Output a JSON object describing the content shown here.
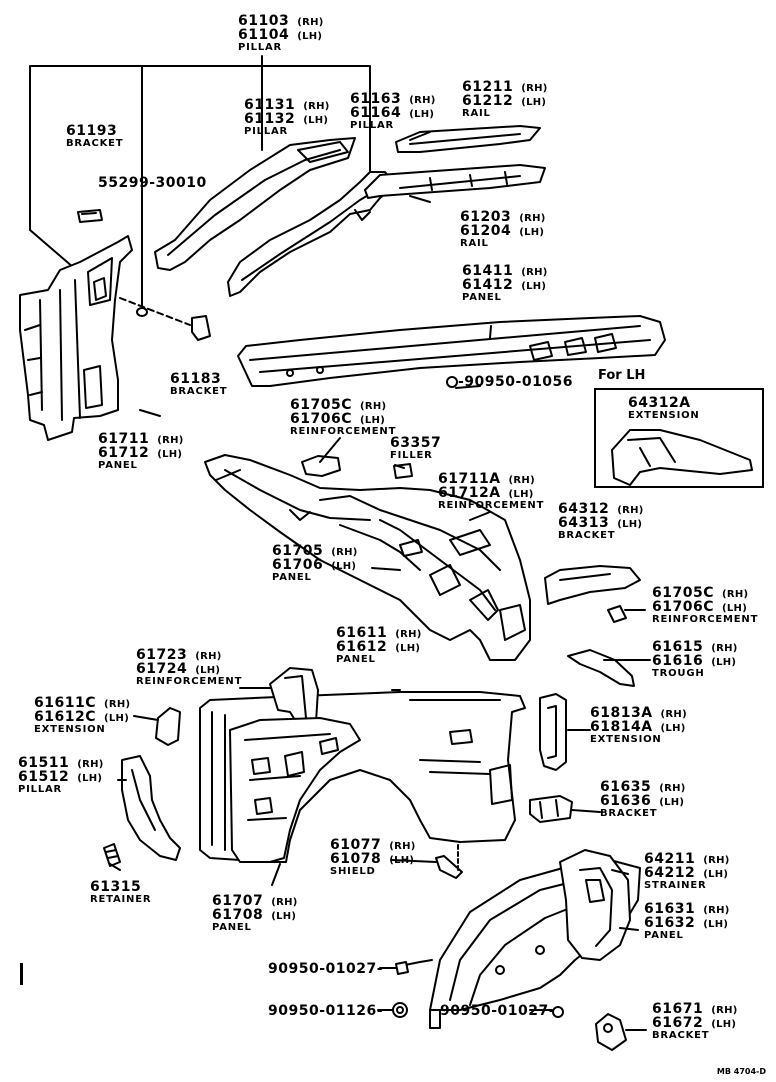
{
  "labels": {
    "l_61103": {
      "lines": [
        {
          "num": "61103",
          "side": "(RH)"
        },
        {
          "num": "61104",
          "side": "(LH)"
        }
      ],
      "name": "PILLAR"
    },
    "l_61131": {
      "lines": [
        {
          "num": "61131",
          "side": "(RH)"
        },
        {
          "num": "61132",
          "side": "(LH)"
        }
      ],
      "name": "PILLAR"
    },
    "l_61163": {
      "lines": [
        {
          "num": "61163",
          "side": "(RH)"
        },
        {
          "num": "61164",
          "side": "(LH)"
        }
      ],
      "name": "PILLAR"
    },
    "l_61211": {
      "lines": [
        {
          "num": "61211",
          "side": "(RH)"
        },
        {
          "num": "61212",
          "side": "(LH)"
        }
      ],
      "name": "RAIL"
    },
    "l_61193": {
      "lines": [
        {
          "num": "61193",
          "side": ""
        }
      ],
      "name": "BRACKET"
    },
    "l_55299": {
      "lines": [
        {
          "num": "55299-30010",
          "side": ""
        }
      ],
      "name": ""
    },
    "l_61203": {
      "lines": [
        {
          "num": "61203",
          "side": "(RH)"
        },
        {
          "num": "61204",
          "side": "(LH)"
        }
      ],
      "name": "RAIL"
    },
    "l_61411": {
      "lines": [
        {
          "num": "61411",
          "side": "(RH)"
        },
        {
          "num": "61412",
          "side": "(LH)"
        }
      ],
      "name": "PANEL"
    },
    "l_61183": {
      "lines": [
        {
          "num": "61183",
          "side": ""
        }
      ],
      "name": "BRACKET"
    },
    "l_90950_01056": {
      "lines": [
        {
          "num": "-90950-01056",
          "side": ""
        }
      ],
      "name": ""
    },
    "l_64312A": {
      "lines": [
        {
          "num": "64312A",
          "side": ""
        }
      ],
      "name": "EXTENSION"
    },
    "l_61705C_top": {
      "lines": [
        {
          "num": "61705C",
          "side": "(RH)"
        },
        {
          "num": "61706C",
          "side": "(LH)"
        }
      ],
      "name": "REINFORCEMENT"
    },
    "l_61711": {
      "lines": [
        {
          "num": "61711",
          "side": "(RH)"
        },
        {
          "num": "61712",
          "side": "(LH)"
        }
      ],
      "name": "PANEL"
    },
    "l_63357": {
      "lines": [
        {
          "num": "63357",
          "side": ""
        }
      ],
      "name": "FILLER"
    },
    "l_61711A": {
      "lines": [
        {
          "num": "61711A",
          "side": "(RH)"
        },
        {
          "num": "61712A",
          "side": "(LH)"
        }
      ],
      "name": "REINFORCEMENT"
    },
    "l_64312": {
      "lines": [
        {
          "num": "64312",
          "side": "(RH)"
        },
        {
          "num": "64313",
          "side": "(LH)"
        }
      ],
      "name": "BRACKET"
    },
    "l_61705": {
      "lines": [
        {
          "num": "61705",
          "side": "(RH)"
        },
        {
          "num": "61706",
          "side": "(LH)"
        }
      ],
      "name": "PANEL"
    },
    "l_61705C_right": {
      "lines": [
        {
          "num": "61705C",
          "side": "(RH)"
        },
        {
          "num": "61706C",
          "side": "(LH)"
        }
      ],
      "name": "REINFORCEMENT"
    },
    "l_61611": {
      "lines": [
        {
          "num": "61611",
          "side": "(RH)"
        },
        {
          "num": "61612",
          "side": "(LH)"
        }
      ],
      "name": "PANEL"
    },
    "l_61615": {
      "lines": [
        {
          "num": "61615",
          "side": "(RH)"
        },
        {
          "num": "61616",
          "side": "(LH)"
        }
      ],
      "name": "TROUGH"
    },
    "l_61723": {
      "lines": [
        {
          "num": "61723",
          "side": "(RH)"
        },
        {
          "num": "61724",
          "side": "(LH)"
        }
      ],
      "name": "REINFORCEMENT"
    },
    "l_61611C": {
      "lines": [
        {
          "num": "61611C",
          "side": "(RH)"
        },
        {
          "num": "61612C",
          "side": "(LH)"
        }
      ],
      "name": "EXTENSION"
    },
    "l_61813A": {
      "lines": [
        {
          "num": "61813A",
          "side": "(RH)"
        },
        {
          "num": "61814A",
          "side": "(LH)"
        }
      ],
      "name": "EXTENSION"
    },
    "l_61511": {
      "lines": [
        {
          "num": "61511",
          "side": "(RH)"
        },
        {
          "num": "61512",
          "side": "(LH)"
        }
      ],
      "name": "PILLAR"
    },
    "l_61635": {
      "lines": [
        {
          "num": "61635",
          "side": "(RH)"
        },
        {
          "num": "61636",
          "side": "(LH)"
        }
      ],
      "name": "BRACKET"
    },
    "l_61077": {
      "lines": [
        {
          "num": "61077",
          "side": "(RH)"
        },
        {
          "num": "61078",
          "side": "(LH)"
        }
      ],
      "name": "SHIELD"
    },
    "l_61315": {
      "lines": [
        {
          "num": "61315",
          "side": ""
        }
      ],
      "name": "RETAINER"
    },
    "l_61707": {
      "lines": [
        {
          "num": "61707",
          "side": "(RH)"
        },
        {
          "num": "61708",
          "side": "(LH)"
        }
      ],
      "name": "PANEL"
    },
    "l_64211": {
      "lines": [
        {
          "num": "64211",
          "side": "(RH)"
        },
        {
          "num": "64212",
          "side": "(LH)"
        }
      ],
      "name": "STRAINER"
    },
    "l_61631": {
      "lines": [
        {
          "num": "61631",
          "side": "(RH)"
        },
        {
          "num": "61632",
          "side": "(LH)"
        }
      ],
      "name": "PANEL"
    },
    "l_90950_01027_a": {
      "lines": [
        {
          "num": "90950-01027-",
          "side": ""
        }
      ],
      "name": ""
    },
    "l_90950_01126": {
      "lines": [
        {
          "num": "90950-01126-",
          "side": ""
        }
      ],
      "name": ""
    },
    "l_90950_01027_b": {
      "lines": [
        {
          "num": "90950-01027-",
          "side": ""
        }
      ],
      "name": ""
    },
    "l_61671": {
      "lines": [
        {
          "num": "61671",
          "side": "(RH)"
        },
        {
          "num": "61672",
          "side": "(LH)"
        }
      ],
      "name": "BRACKET"
    }
  },
  "inset_title": "For LH",
  "ref_code": "MB 4704-D"
}
